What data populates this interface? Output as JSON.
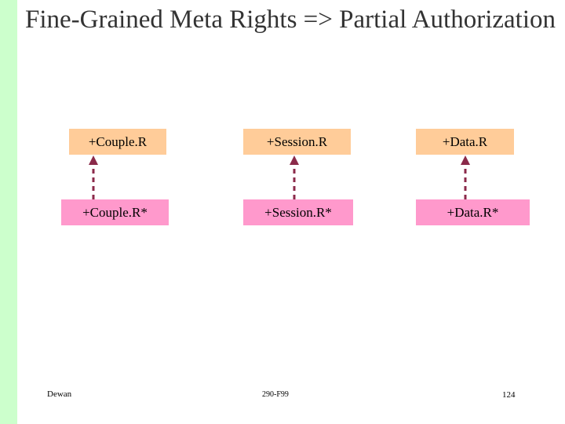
{
  "slide": {
    "title": "Fine-Grained Meta Rights => Partial Authorization",
    "colors": {
      "meta_box": "#ffcc99",
      "instance_box": "#ff99cc",
      "left_band": "#ccffcc",
      "title_text": "#333333",
      "arrow": "#8b2a4a"
    },
    "meta_rights": [
      {
        "label": "+Couple.R"
      },
      {
        "label": "+Session.R"
      },
      {
        "label": "+Data.R"
      }
    ],
    "instance_rights": [
      {
        "label": "+Couple.R*"
      },
      {
        "label": "+Session.R*"
      },
      {
        "label": "+Data.R*"
      }
    ],
    "arrows": [
      {
        "name": "couple-arrow",
        "style": "dashed-up"
      },
      {
        "name": "session-arrow",
        "style": "dashed-up"
      },
      {
        "name": "data-arrow",
        "style": "dashed-up"
      }
    ],
    "footer": {
      "author": "Dewan",
      "course": "290-F99",
      "page": "124"
    }
  }
}
